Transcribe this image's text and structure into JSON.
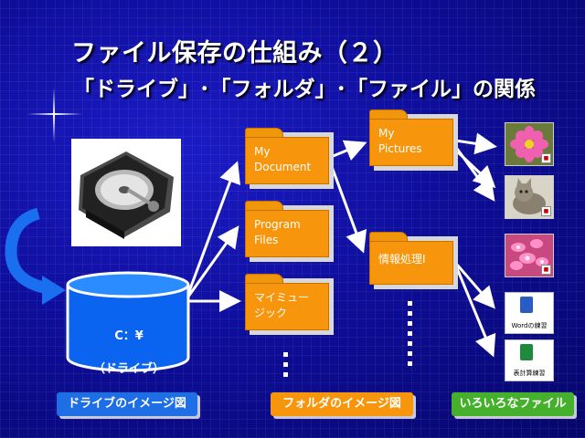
{
  "title": {
    "line1": "ファイル保存の仕組み（２）",
    "line2": "「ドライブ」･「フォルダ」･「ファイル」の関係"
  },
  "photo": {
    "name": "hard-disk-photo"
  },
  "drive": {
    "line1": "C：¥",
    "line2": "（ドライブ）",
    "color": "#0a64f0"
  },
  "folders": [
    {
      "label": "My\nDocument"
    },
    {
      "label": "Program\nFiles"
    },
    {
      "label": "マイミュー\nジック"
    },
    {
      "label": "My\nPictures"
    },
    {
      "label": "情報処理Ⅰ"
    }
  ],
  "files": {
    "photos": [
      "flower-photo",
      "cat-photo",
      "flower-photo"
    ],
    "docs": [
      {
        "text": "Wordの練習",
        "icon": "word-icon",
        "color": "#2a5cc8"
      },
      {
        "text": "表計算練習",
        "icon": "excel-icon",
        "color": "#1e8a3c"
      }
    ]
  },
  "captions": {
    "drive": "ドライブのイメージ図",
    "folder": "フォルダのイメージ図",
    "files": "いろいろなファイル"
  },
  "colors": {
    "background": "#0e0e9c",
    "folder": "#f7960c",
    "caption_drive": "#1e6ee6",
    "caption_folder": "#f7960c",
    "caption_files": "#44b02c"
  }
}
